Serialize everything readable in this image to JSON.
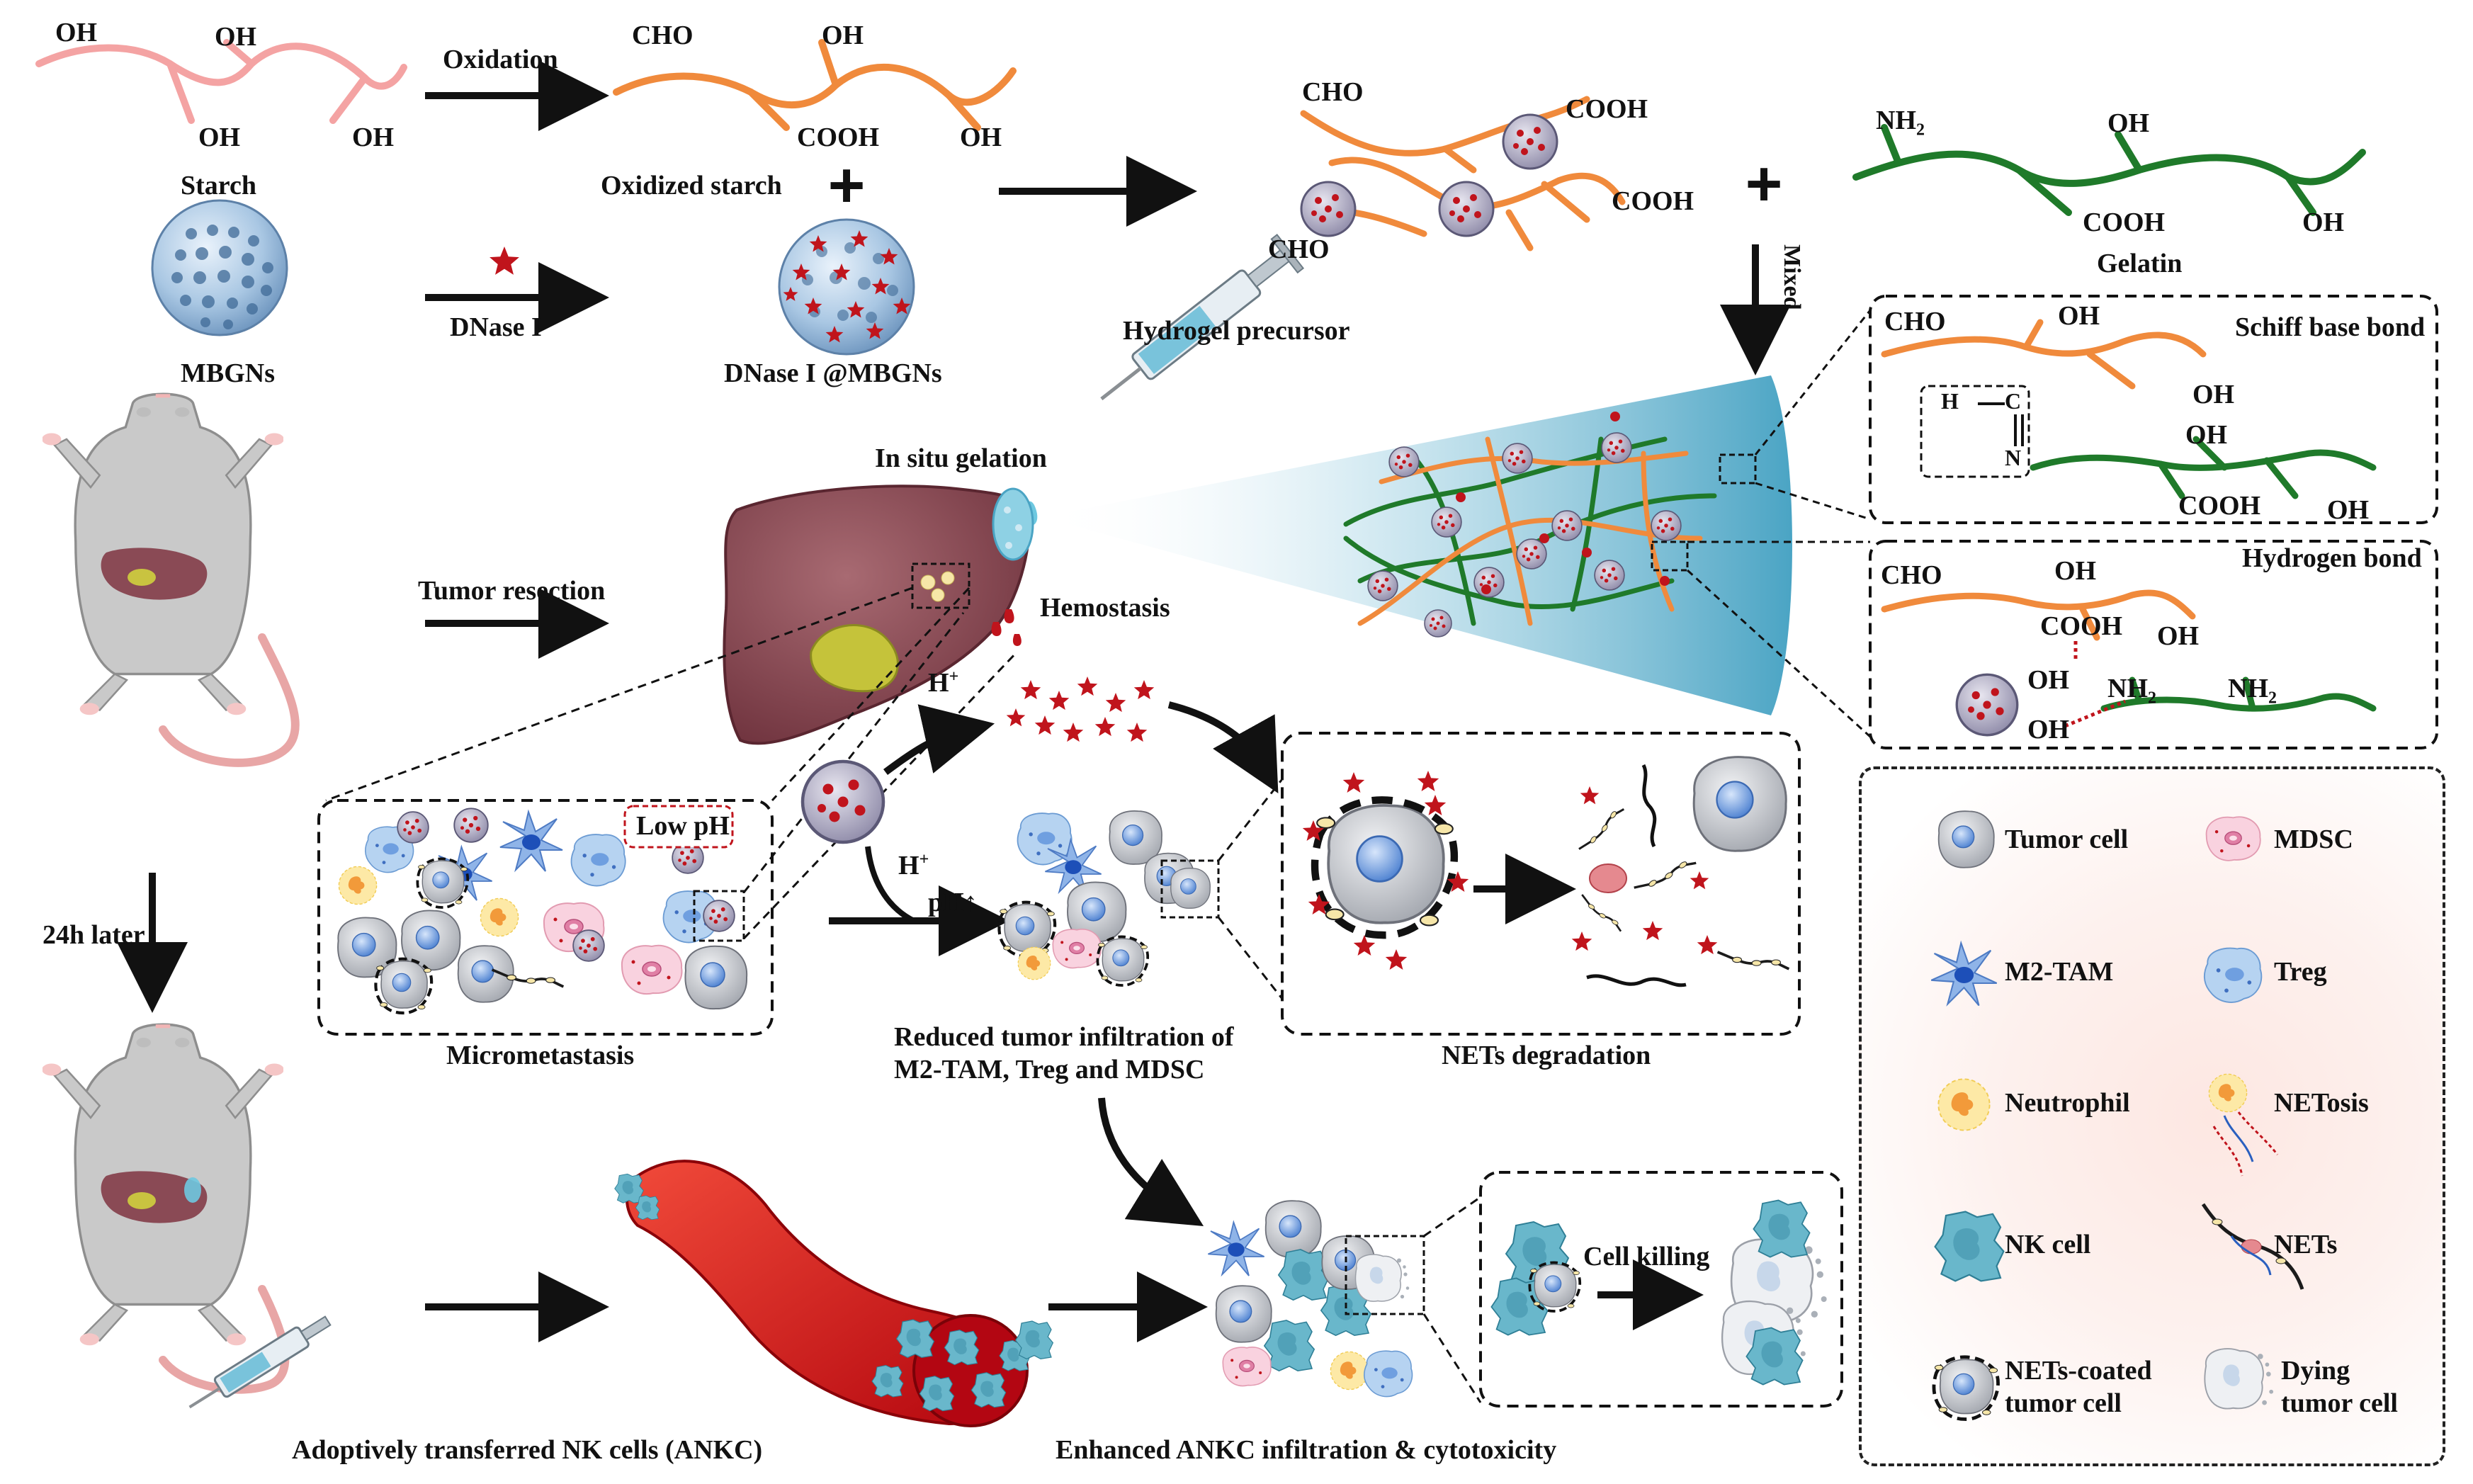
{
  "chemistry": {
    "starch_oh_1": "OH",
    "starch_oh_2": "OH",
    "starch_oh_3": "OH",
    "starch_oh_4": "OH",
    "starch_label": "Starch",
    "oxidation_label": "Oxidation",
    "ox_cho": "CHO",
    "ox_oh_top": "OH",
    "ox_cooh": "COOH",
    "ox_oh_bottom": "OH",
    "oxidized_starch_label": "Oxidized starch",
    "mbgns_label": "MBGNs",
    "dnase_label": "DNase I",
    "dnase_mbgns_label": "DNase I @MBGNs",
    "complex_cho_top": "CHO",
    "complex_cooh_top": "COOH",
    "complex_cooh_right": "COOH",
    "complex_cho_bottom": "CHO",
    "gelatin_nh2": "NH",
    "gelatin_nh2_sub": "2",
    "gelatin_oh_top": "OH",
    "gelatin_cooh": "COOH",
    "gelatin_oh_bottom": "OH",
    "gelatin_label": "Gelatin",
    "mixed_label": "Mixed",
    "hydrogel_precursor_label": "Hydrogel precursor",
    "in_situ_gelation_label": "In situ gelation"
  },
  "schiff_box": {
    "cho": "CHO",
    "oh_top": "OH",
    "title": "Schiff base bond",
    "oh_mid": "OH",
    "h": "H",
    "c": "C",
    "n": "N",
    "oh_lower": "OH",
    "cooh": "COOH",
    "oh_end": "OH"
  },
  "hbond_box": {
    "title": "Hydrogen bond",
    "cho": "CHO",
    "oh_top": "OH",
    "cooh": "COOH",
    "oh_right": "OH",
    "oh_a": "OH",
    "oh_b": "OH",
    "nh2_a": "NH",
    "nh2_b": "NH",
    "sub": "2"
  },
  "process": {
    "tumor_resection": "Tumor resection",
    "hemostasis": "Hemostasis",
    "h_plus_1": "H",
    "h_plus_2": "H",
    "plus_sup": "+",
    "ph_up": "pH↑",
    "low_ph": "Low pH",
    "micrometastasis": "Micrometastasis",
    "reduced_line1": "Reduced tumor infiltration of",
    "reduced_line2": "M2-TAM, Treg and MDSC",
    "nets_degradation": "NETs degradation",
    "later_24h": "24h later",
    "ankc_label": "Adoptively transferred NK cells (ANKC)",
    "enhanced_label": "Enhanced ANKC infiltration & cytotoxicity",
    "cell_killing": "Cell killing"
  },
  "legend": {
    "items": [
      {
        "label": "Tumor cell",
        "icon": "tumor-cell-icon"
      },
      {
        "label": "MDSC",
        "icon": "mdsc-icon"
      },
      {
        "label": "M2-TAM",
        "icon": "m2-tam-icon"
      },
      {
        "label": "Treg",
        "icon": "treg-icon"
      },
      {
        "label": "Neutrophil",
        "icon": "neutrophil-icon"
      },
      {
        "label": "NETosis",
        "icon": "netosis-icon"
      },
      {
        "label": "NK cell",
        "icon": "nk-cell-icon"
      },
      {
        "label": "NETs",
        "icon": "nets-icon"
      },
      {
        "label": "NETs-coated",
        "label2": "tumor cell",
        "icon": "nets-coated-tumor-cell-icon"
      },
      {
        "label": "Dying",
        "label2": "tumor cell",
        "icon": "dying-tumor-cell-icon"
      }
    ]
  },
  "colors": {
    "starch": "#f4a3a3",
    "oxidized": "#f08a3c",
    "gelatin": "#1f7a2a",
    "dnase": "#c0141c",
    "liver": "#8a4a55",
    "vessel": "#d11f1f",
    "mouse": "#bdbdbd",
    "tumor": "#c9ccd2",
    "nucleus": "#6f9fe0",
    "mdsc": "#f7c9d6",
    "m2tam": "#8fb4e8",
    "treg": "#a9c9ee",
    "neutrophil": "#fbe59a",
    "nk": "#6fb8cc"
  }
}
